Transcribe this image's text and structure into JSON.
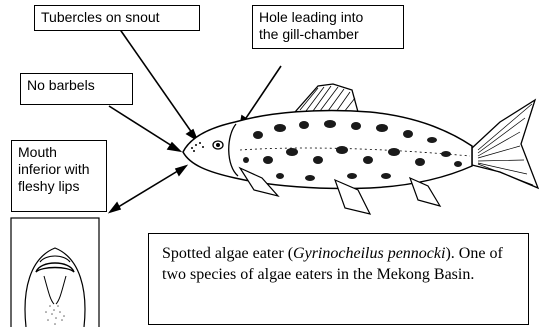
{
  "labels": {
    "tubercles": "Tubercles on snout",
    "gill_hole_line1": "Hole leading into",
    "gill_hole_line2": "the gill-chamber",
    "barbels": "No barbels",
    "mouth_line1": "Mouth",
    "mouth_line2": "inferior with",
    "mouth_line3": "fleshy lips"
  },
  "caption": {
    "prefix": "Spotted algae eater (",
    "species_italic_1": "Gyrinocheilus",
    "species_italic_2": "pennocki",
    "suffix": "). One of two species of algae eaters in the Mekong Basin."
  },
  "colors": {
    "ink": "#000000",
    "spots": "#1a1a1a",
    "paper": "#ffffff"
  }
}
